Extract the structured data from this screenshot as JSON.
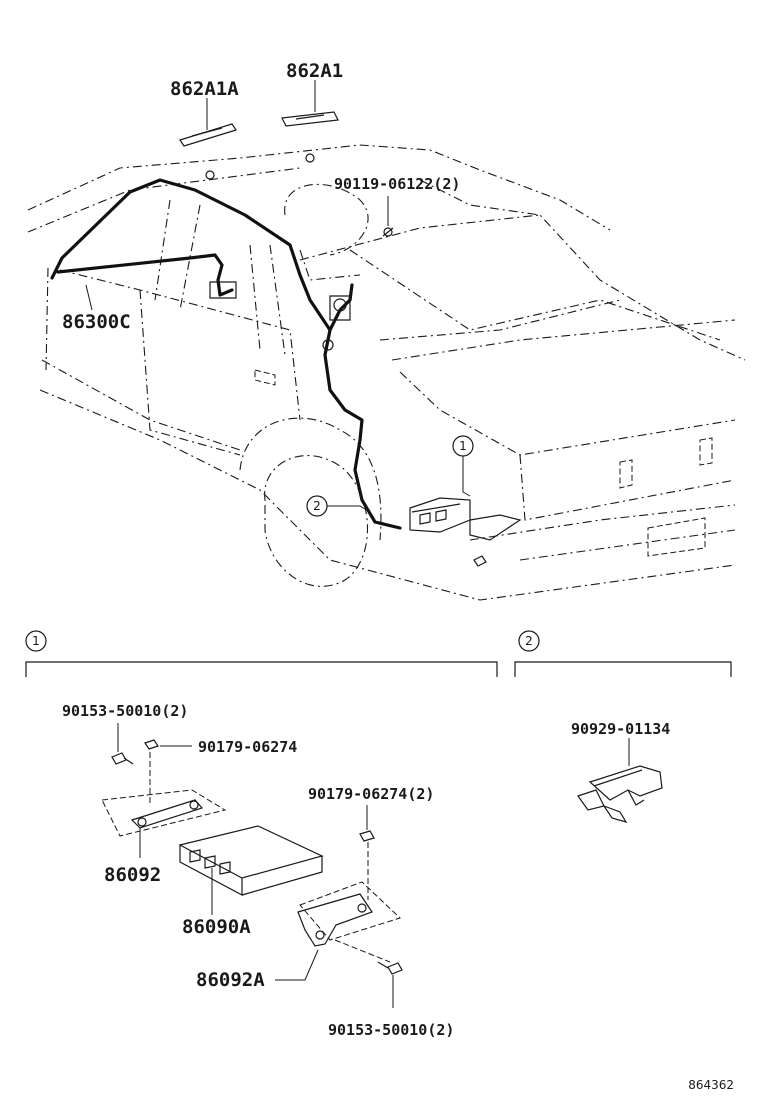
{
  "diagram": {
    "top_labels": {
      "part_862A1A": "862A1A",
      "part_862A1": "862A1",
      "part_90119": "90119-06122(2)",
      "part_86300C": "86300C"
    },
    "callouts": {
      "c1": "1",
      "c2": "2"
    },
    "section1": {
      "marker": "1",
      "labels": {
        "p90153_top": "90153-50010(2)",
        "p90179_a": "90179-06274",
        "p90179_b": "90179-06274(2)",
        "p86092": "86092",
        "p86090A": "86090A",
        "p86092A": "86092A",
        "p90153_bottom": "90153-50010(2)"
      }
    },
    "section2": {
      "marker": "2",
      "labels": {
        "p90929": "90929-01134"
      }
    },
    "figure_id": "864362"
  }
}
